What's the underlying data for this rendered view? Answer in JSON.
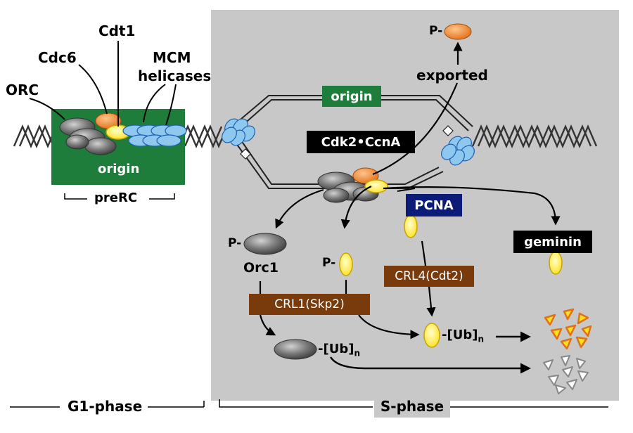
{
  "left_labels": {
    "orc": "ORC",
    "cdc6": "Cdc6",
    "cdt1": "Cdt1",
    "mcm": "MCM",
    "helicases": "helicases",
    "origin": "origin",
    "prerc": "preRC"
  },
  "right_labels": {
    "origin": "origin",
    "exported": "exported",
    "p_export": "P-",
    "cdk2": "Cdk2•CcnA",
    "pcna": "PCNA",
    "geminin": "geminin",
    "p_orc1": "P-",
    "orc1": "Orc1",
    "p_cdt1": "P-",
    "crl4": "CRL4(Cdt2)",
    "crl1": "CRL1(Skp2)",
    "ub_orc1": "-[Ub]",
    "ub_orc1_sub": "n",
    "ub_cdt1": "-[Ub]",
    "ub_cdt1_sub": "n"
  },
  "phases": {
    "g1": "G1-phase",
    "s": "S-phase"
  },
  "colors": {
    "green": "#1e7d3a",
    "brown": "#7a3b0c",
    "navy": "#0c1a78",
    "shade": "#c8c8c8",
    "orange": "#f08a2e",
    "yellow": "#ffee33",
    "blue": "#8ec8ee"
  }
}
